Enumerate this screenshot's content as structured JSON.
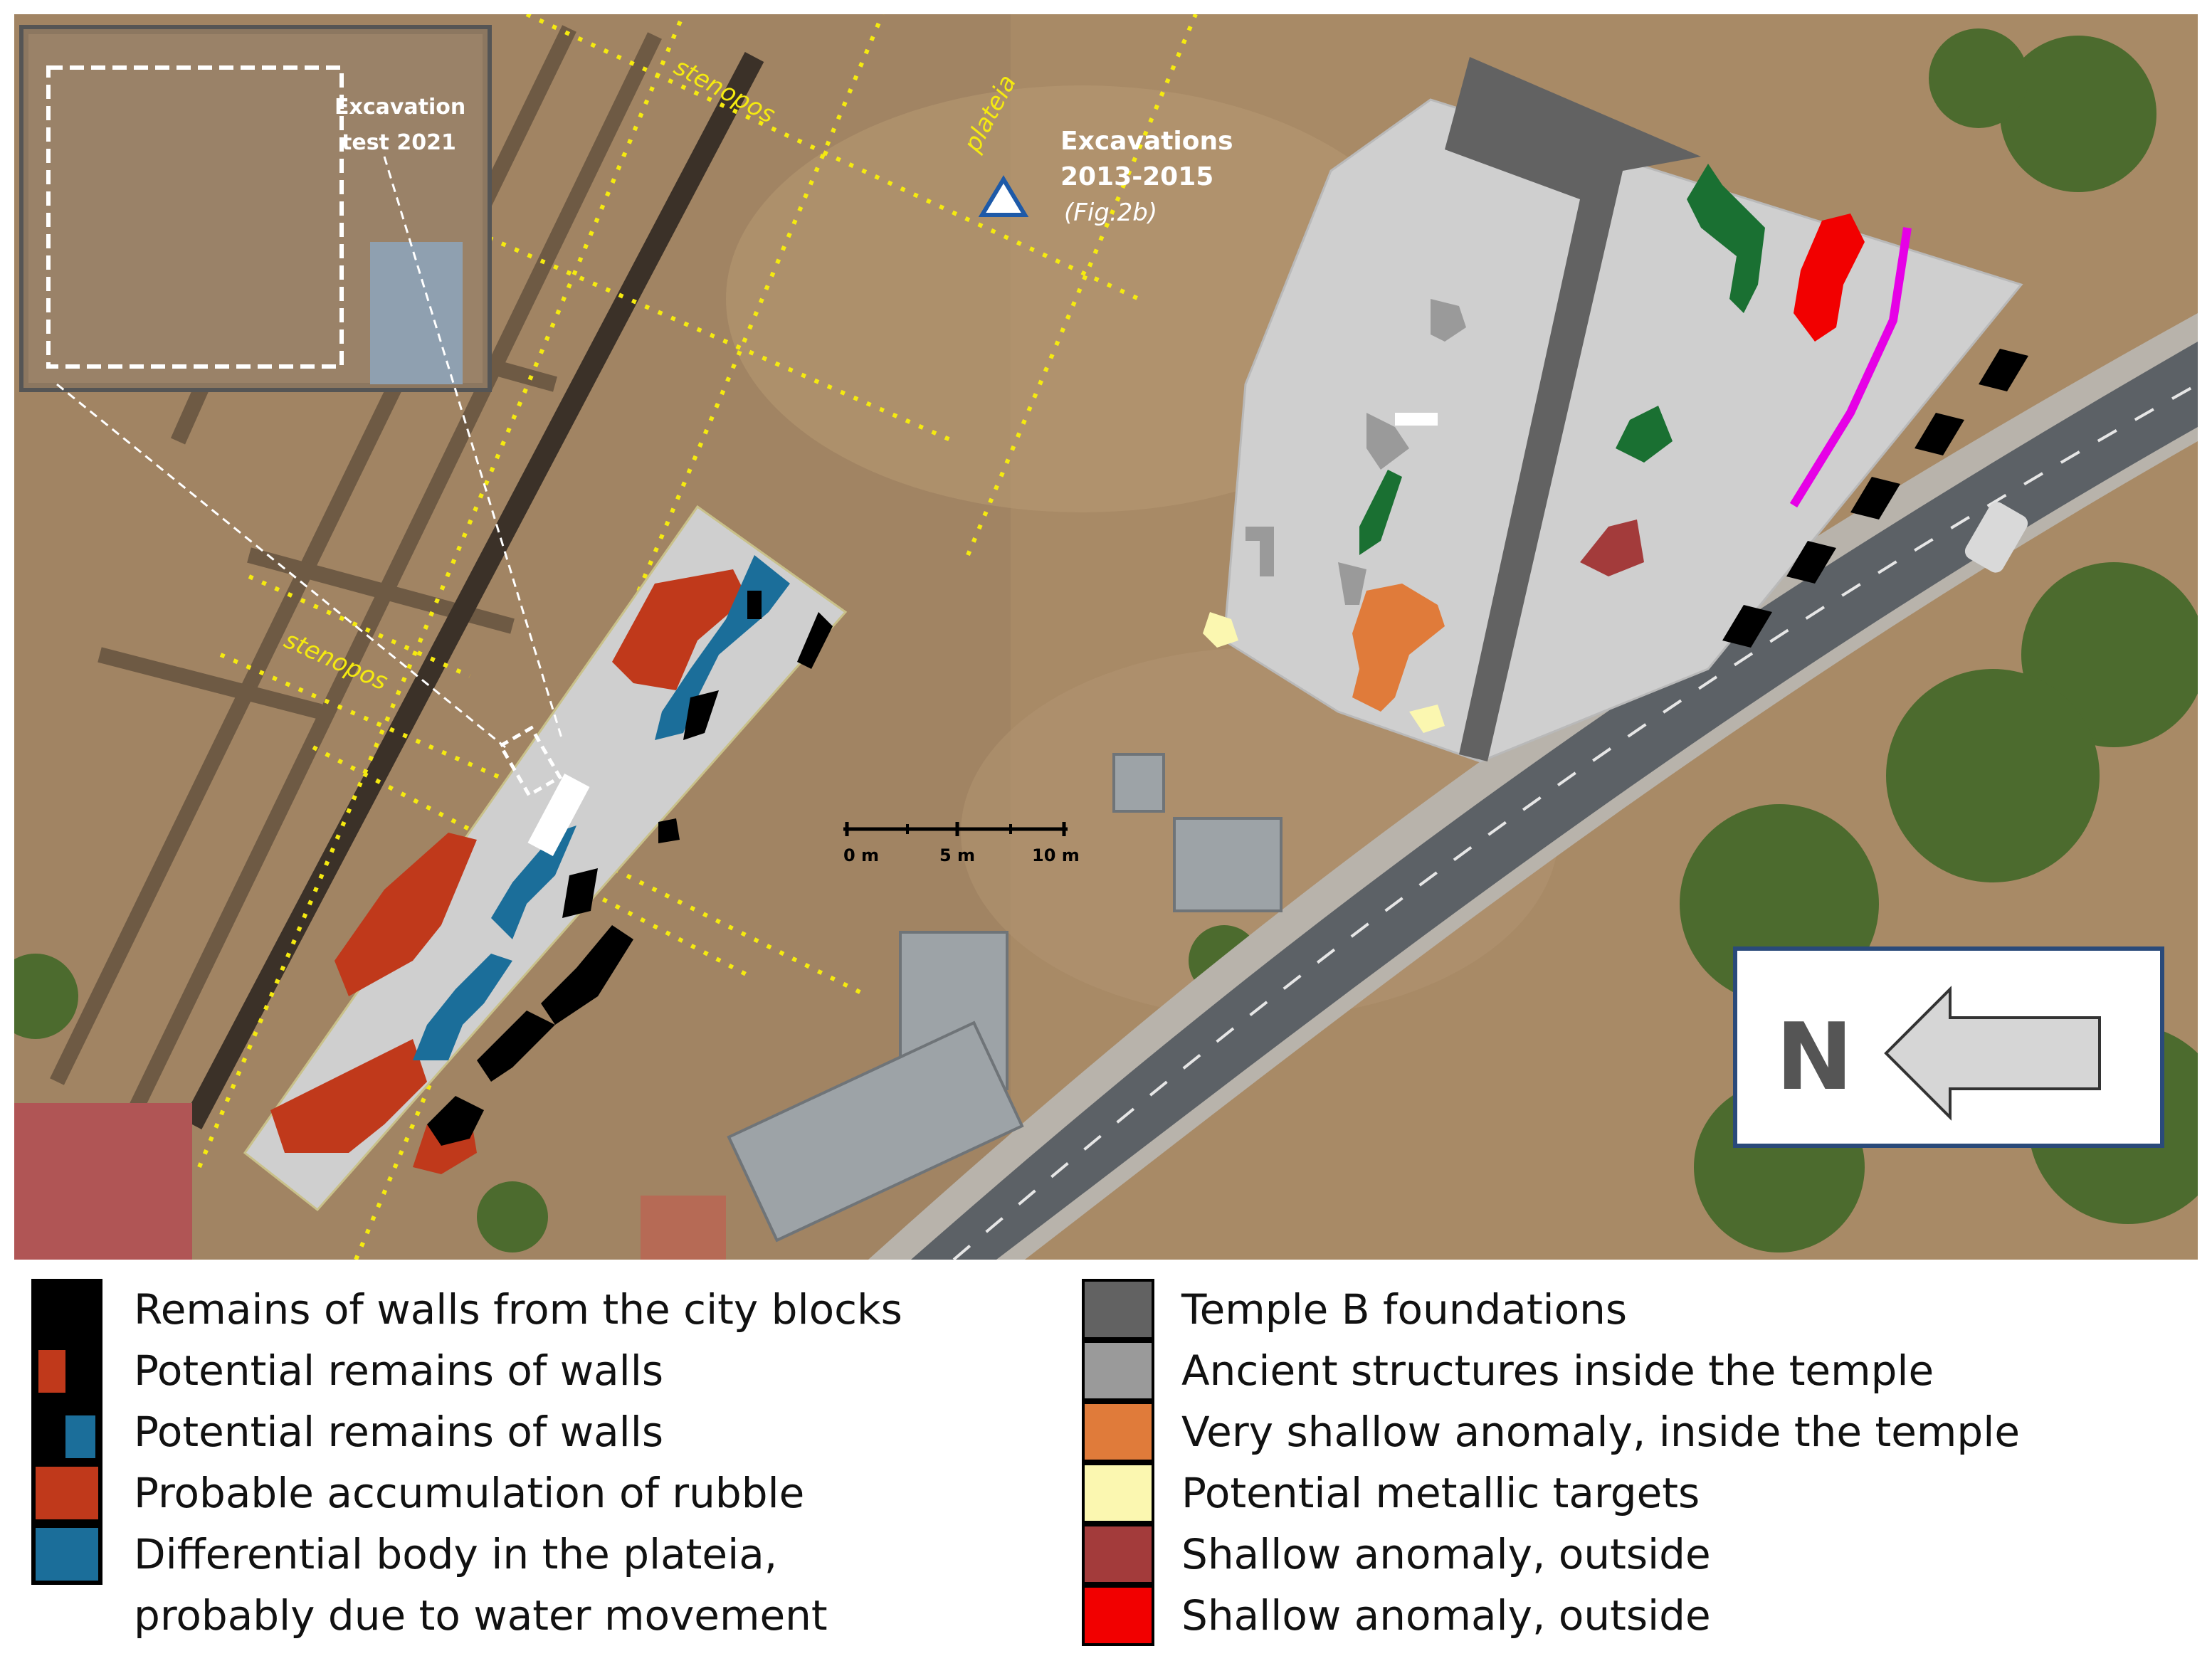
{
  "map": {
    "labels": {
      "excavation_test_line1": "Excavation",
      "excavation_test_line2": "test 2021",
      "excavations_line1": "Excavations",
      "excavations_line2": "2013-2015",
      "fig_ref": "(Fig.2b)",
      "stenopos_upper": "stenopos",
      "stenopos_lower": "stenopos",
      "plateia": "plateia"
    },
    "scale_bar": {
      "ticks": [
        "0 m",
        "5 m",
        "10 m"
      ]
    },
    "north_arrow": {
      "label": "N"
    },
    "colors": {
      "background_terrain": "#a88a66",
      "road": "#5c6166",
      "survey_area": "#cfcfcf",
      "grid_lines": "#f5ea10"
    }
  },
  "legend": {
    "left": [
      {
        "text": "Remains of walls from the city blocks",
        "swatch": [
          "#000000"
        ]
      },
      {
        "text": "Potential remains of walls",
        "swatch": [
          "#c0391b",
          "#000000"
        ]
      },
      {
        "text": "Potential remains of walls",
        "swatch": [
          "#000000",
          "#1b6e9a"
        ]
      },
      {
        "text": "Probable accumulation of rubble",
        "swatch": [
          "#c0391b"
        ]
      },
      {
        "text": "Differential body in the plateia,",
        "swatch": [
          "#1b6e9a"
        ]
      },
      {
        "text": "probably due to water movement",
        "swatch": []
      }
    ],
    "right": [
      {
        "text": "Temple B foundations",
        "color": "#626262"
      },
      {
        "text": "Ancient structures inside the temple",
        "color": "#9a9a9a"
      },
      {
        "text": "Very shallow anomaly, inside the temple",
        "color": "#e07b3a"
      },
      {
        "text": "Potential metallic targets",
        "color": "#fbf7b0"
      },
      {
        "text": "Shallow anomaly, outside",
        "color": "#a33b3b"
      },
      {
        "text": "Shallow anomaly, outside",
        "color": "#f20000"
      }
    ]
  }
}
